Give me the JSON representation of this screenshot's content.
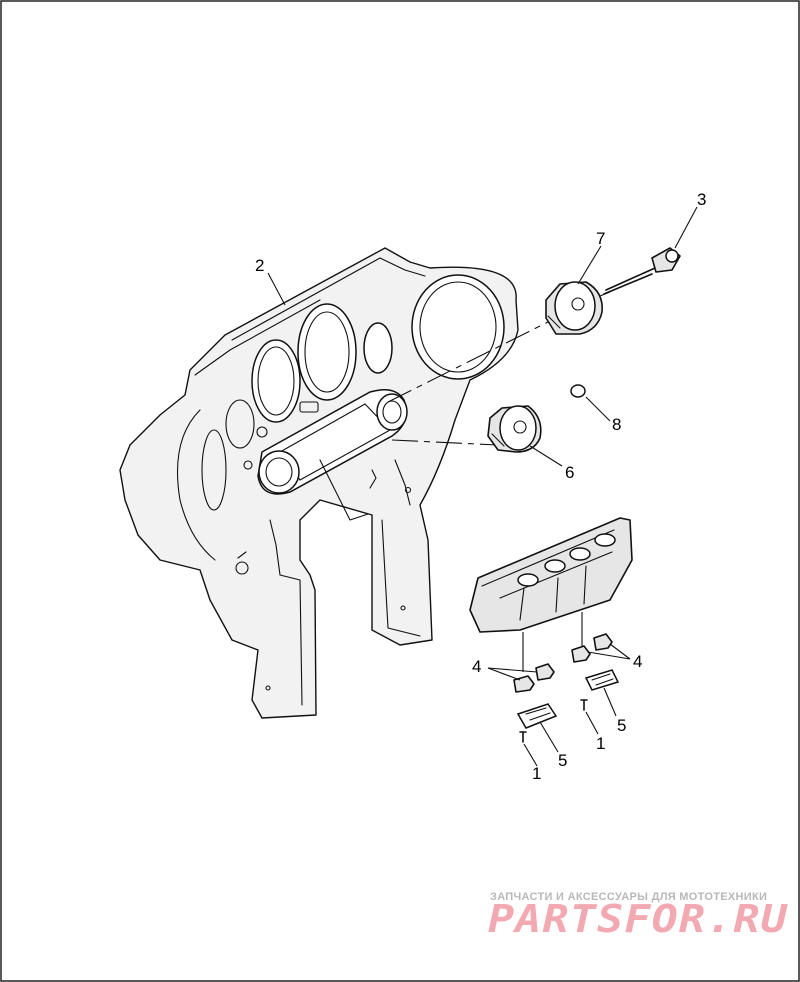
{
  "callouts": [
    {
      "id": "1a",
      "label": "1"
    },
    {
      "id": "1b",
      "label": "1"
    },
    {
      "id": "2",
      "label": "2"
    },
    {
      "id": "3",
      "label": "3"
    },
    {
      "id": "4a",
      "label": "4"
    },
    {
      "id": "4b",
      "label": "4"
    },
    {
      "id": "5a",
      "label": "5"
    },
    {
      "id": "5b",
      "label": "5"
    },
    {
      "id": "6",
      "label": "6"
    },
    {
      "id": "7",
      "label": "7"
    },
    {
      "id": "8",
      "label": "8"
    }
  ],
  "watermark": {
    "tagline": "ЗАПЧАСТИ И АКСЕССУАРЫ ДЛЯ МОТОТЕХНИКИ",
    "logo": "PARTSFOR.RU"
  },
  "colors": {
    "line": "#111111",
    "shade": "#e6e6e6",
    "logo": "#f3a9b2",
    "tagline": "#b8b8b8"
  }
}
